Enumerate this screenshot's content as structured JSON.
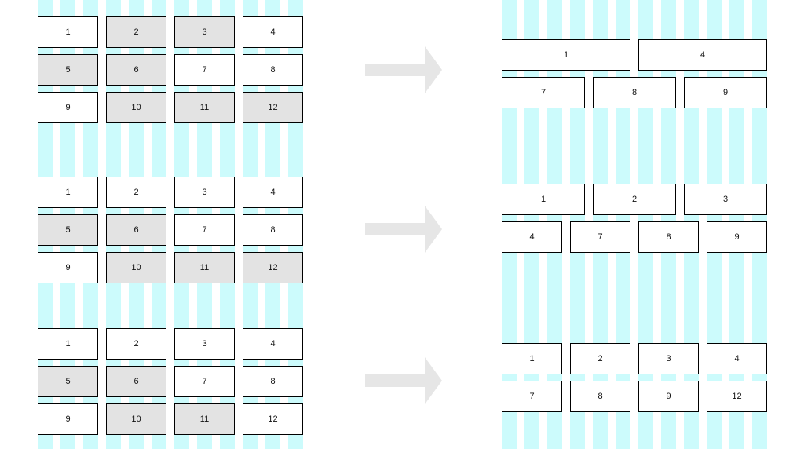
{
  "colors": {
    "column_stripe": "#ccfbfc",
    "cell_default": "#ffffff",
    "cell_highlight": "#e3e3e3",
    "cell_border": "#000000",
    "arrow": "#e6e6e6"
  },
  "examples": [
    {
      "source": [
        {
          "label": "1",
          "highlighted": false
        },
        {
          "label": "2",
          "highlighted": true
        },
        {
          "label": "3",
          "highlighted": true
        },
        {
          "label": "4",
          "highlighted": false
        },
        {
          "label": "5",
          "highlighted": true
        },
        {
          "label": "6",
          "highlighted": true
        },
        {
          "label": "7",
          "highlighted": false
        },
        {
          "label": "8",
          "highlighted": false
        },
        {
          "label": "9",
          "highlighted": false
        },
        {
          "label": "10",
          "highlighted": true
        },
        {
          "label": "11",
          "highlighted": true
        },
        {
          "label": "12",
          "highlighted": true
        }
      ],
      "result_rows": [
        {
          "columns_per_item": 6,
          "items": [
            "1",
            "4"
          ]
        },
        {
          "columns_per_item": 4,
          "items": [
            "7",
            "8",
            "9"
          ]
        }
      ]
    },
    {
      "source": [
        {
          "label": "1",
          "highlighted": false
        },
        {
          "label": "2",
          "highlighted": false
        },
        {
          "label": "3",
          "highlighted": false
        },
        {
          "label": "4",
          "highlighted": false
        },
        {
          "label": "5",
          "highlighted": true
        },
        {
          "label": "6",
          "highlighted": true
        },
        {
          "label": "7",
          "highlighted": false
        },
        {
          "label": "8",
          "highlighted": false
        },
        {
          "label": "9",
          "highlighted": false
        },
        {
          "label": "10",
          "highlighted": true
        },
        {
          "label": "11",
          "highlighted": true
        },
        {
          "label": "12",
          "highlighted": true
        }
      ],
      "result_rows": [
        {
          "columns_per_item": 4,
          "items": [
            "1",
            "2",
            "3"
          ]
        },
        {
          "columns_per_item": 3,
          "items": [
            "4",
            "7",
            "8",
            "9"
          ]
        }
      ]
    },
    {
      "source": [
        {
          "label": "1",
          "highlighted": false
        },
        {
          "label": "2",
          "highlighted": false
        },
        {
          "label": "3",
          "highlighted": false
        },
        {
          "label": "4",
          "highlighted": false
        },
        {
          "label": "5",
          "highlighted": true
        },
        {
          "label": "6",
          "highlighted": true
        },
        {
          "label": "7",
          "highlighted": false
        },
        {
          "label": "8",
          "highlighted": false
        },
        {
          "label": "9",
          "highlighted": false
        },
        {
          "label": "10",
          "highlighted": true
        },
        {
          "label": "11",
          "highlighted": true
        },
        {
          "label": "12",
          "highlighted": false
        }
      ],
      "result_rows": [
        {
          "columns_per_item": 3,
          "items": [
            "1",
            "2",
            "3",
            "4"
          ]
        },
        {
          "columns_per_item": 3,
          "items": [
            "7",
            "8",
            "9",
            "12"
          ]
        }
      ]
    }
  ]
}
